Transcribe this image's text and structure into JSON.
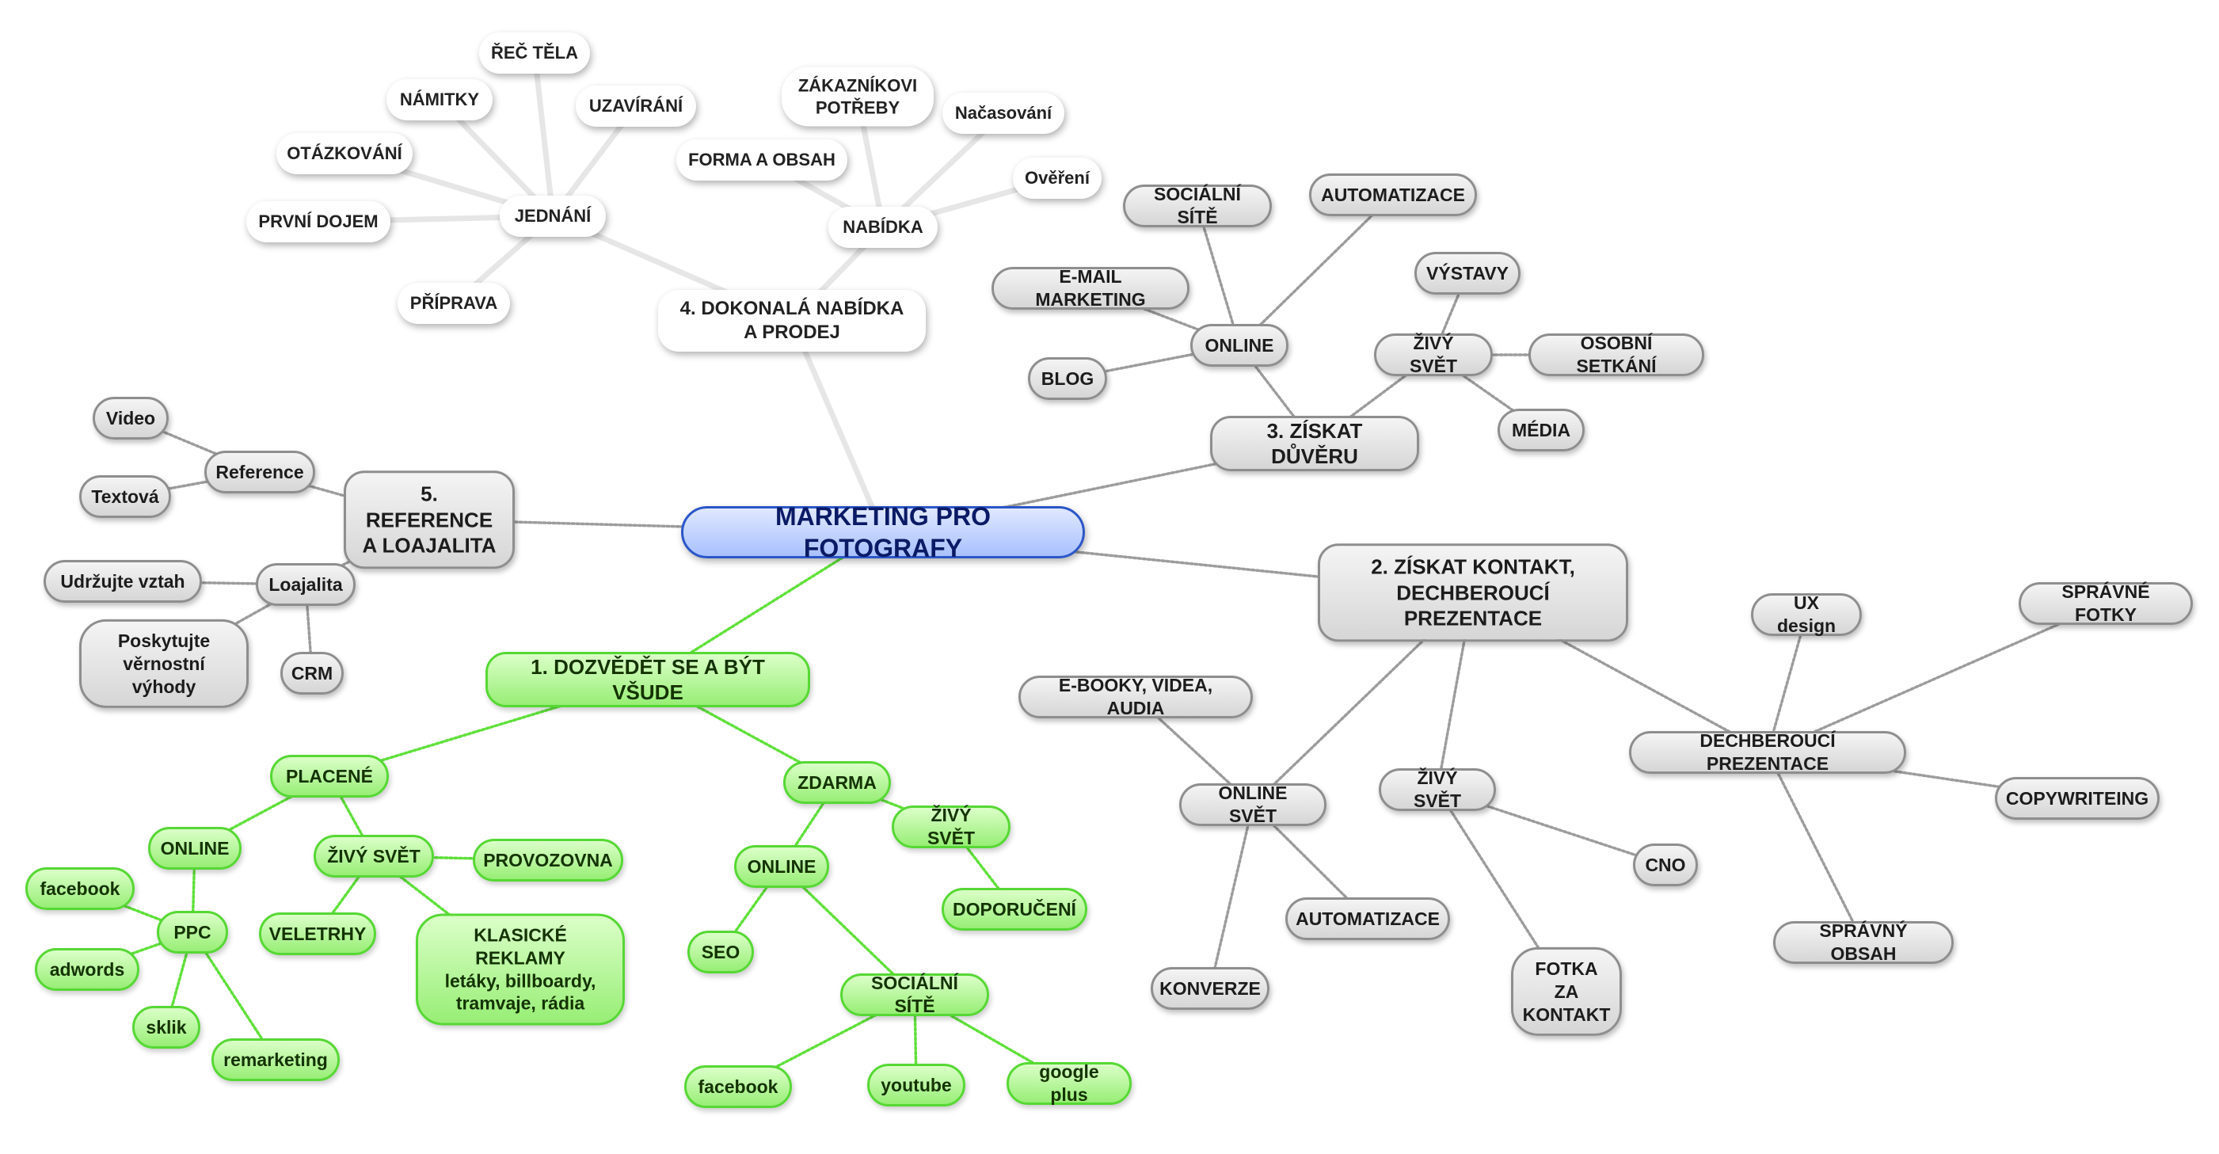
{
  "center": {
    "label": "MARKETING PRO FOTOGRAFY"
  },
  "branches": {
    "b1": {
      "label": "1. DOZVĚDĚT SE A BÝT VŠUDE"
    },
    "b2": {
      "label": "2. ZÍSKAT KONTAKT,\nDECHBEROUCÍ PREZENTACE"
    },
    "b3": {
      "label": "3. ZÍSKAT DŮVĚRU"
    },
    "b4": {
      "label": "4. DOKONALÁ NABÍDKA\nA PRODEJ"
    },
    "b5": {
      "label": "5. REFERENCE\nA LOAJALITA"
    }
  },
  "nodes": {
    "placene": "PLACENÉ",
    "online_g1": "ONLINE",
    "ppc": "PPC",
    "facebook_g1": "facebook",
    "adwords": "adwords",
    "sklik": "sklik",
    "remarketing": "remarketing",
    "zivy_svet_g1": "ŽIVÝ SVĚT",
    "provozovna": "PROVOZOVNA",
    "veletrhy": "VELETRHY",
    "klasicke": "KLASICKÉ REKLAMY\nletáky, billboardy,\ntramvaje, rádia",
    "zdarma": "ZDARMA",
    "online_g2": "ONLINE",
    "seo": "SEO",
    "socialni_g": "SOCIÁLNÍ SÍTĚ",
    "facebook_g2": "facebook",
    "youtube": "youtube",
    "google_plus": "google plus",
    "zivy_svet_g2": "ŽIVÝ SVĚT",
    "doporuceni": "DOPORUČENÍ",
    "online_svet": "ONLINE SVĚT",
    "ebooky": "E-BOOKY, VIDEA, AUDIA",
    "automatizace2": "AUTOMATIZACE",
    "konverze": "KONVERZE",
    "zivy_svet2": "ŽIVÝ SVĚT",
    "cno": "CNO",
    "fotka": "FOTKA\nZA\nKONTAKT",
    "dech_prez": "DECHBEROUCÍ PREZENTACE",
    "ux": "UX design",
    "spravne_fotky": "SPRÁVNÉ FOTKY",
    "copy": "COPYWRITEING",
    "spravny_obsah": "SPRÁVNÝ OBSAH",
    "online3": "ONLINE",
    "socialni3": "SOCIÁLNÍ SÍTĚ",
    "automatizace3": "AUTOMATIZACE",
    "email": "E-MAIL MARKETING",
    "blog": "BLOG",
    "zivy_svet3": "ŽIVÝ SVĚT",
    "vystavy": "VÝSTAVY",
    "osobni": "OSOBNÍ SETKÁNÍ",
    "media": "MÉDIA",
    "nabidka": "NABÍDKA",
    "zakaznikovi": "ZÁKAZNÍKOVI\nPOTŘEBY",
    "nacasovani": "Načasování",
    "overeni": "Ověření",
    "forma": "FORMA A OBSAH",
    "jednani": "JEDNÁNÍ",
    "rec_tela": "ŘEČ TĚLA",
    "namitky": "NÁMITKY",
    "uzavirani": "UZAVÍRÁNÍ",
    "otazkovani": "OTÁZKOVÁNÍ",
    "prvni_dojem": "PRVNÍ DOJEM",
    "priprava": "PŘÍPRAVA",
    "reference": "Reference",
    "video": "Video",
    "textova": "Textová",
    "loajalita": "Loajalita",
    "udrzujte": "Udržujte vztah",
    "poskytujte": "Poskytujte\nvěrnostní výhody",
    "crm": "CRM"
  },
  "colors": {
    "green_link": "#5fe03a",
    "grey_link": "#9c9c9c",
    "white_link": "#e6e6e6",
    "center_border": "#2b56c8"
  }
}
